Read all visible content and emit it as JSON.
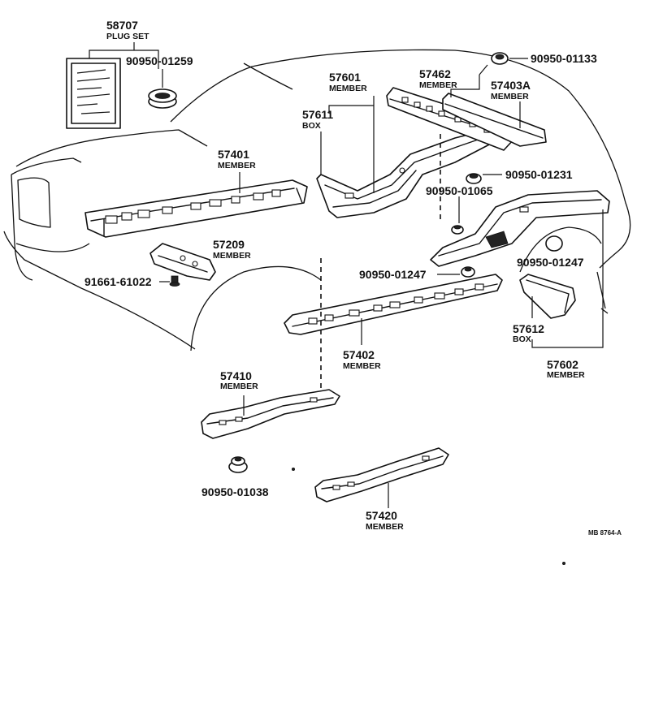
{
  "parts": {
    "p58707": {
      "number": "58707",
      "name": "PLUG SET"
    },
    "p90950_01259": {
      "number": "90950-01259"
    },
    "p57601": {
      "number": "57601",
      "name": "MEMBER"
    },
    "p57611": {
      "number": "57611",
      "name": "BOX"
    },
    "p57462": {
      "number": "57462",
      "name": "MEMBER"
    },
    "p90950_01133": {
      "number": "90950-01133"
    },
    "p57403A": {
      "number": "57403A",
      "name": "MEMBER"
    },
    "p57401": {
      "number": "57401",
      "name": "MEMBER"
    },
    "p90950_01231": {
      "number": "90950-01231"
    },
    "p90950_01065": {
      "number": "90950-01065"
    },
    "p57209": {
      "number": "57209",
      "name": "MEMBER"
    },
    "p91661_61022": {
      "number": "91661-61022"
    },
    "p90950_01247a": {
      "number": "90950-01247"
    },
    "p90950_01247b": {
      "number": "90950-01247"
    },
    "p57612": {
      "number": "57612",
      "name": "BOX"
    },
    "p57402": {
      "number": "57402",
      "name": "MEMBER"
    },
    "p57602": {
      "number": "57602",
      "name": "MEMBER"
    },
    "p57410": {
      "number": "57410",
      "name": "MEMBER"
    },
    "p90950_01038": {
      "number": "90950-01038"
    },
    "p57420": {
      "number": "57420",
      "name": "MEMBER"
    }
  },
  "drawing_ref": "MB 8764-A"
}
